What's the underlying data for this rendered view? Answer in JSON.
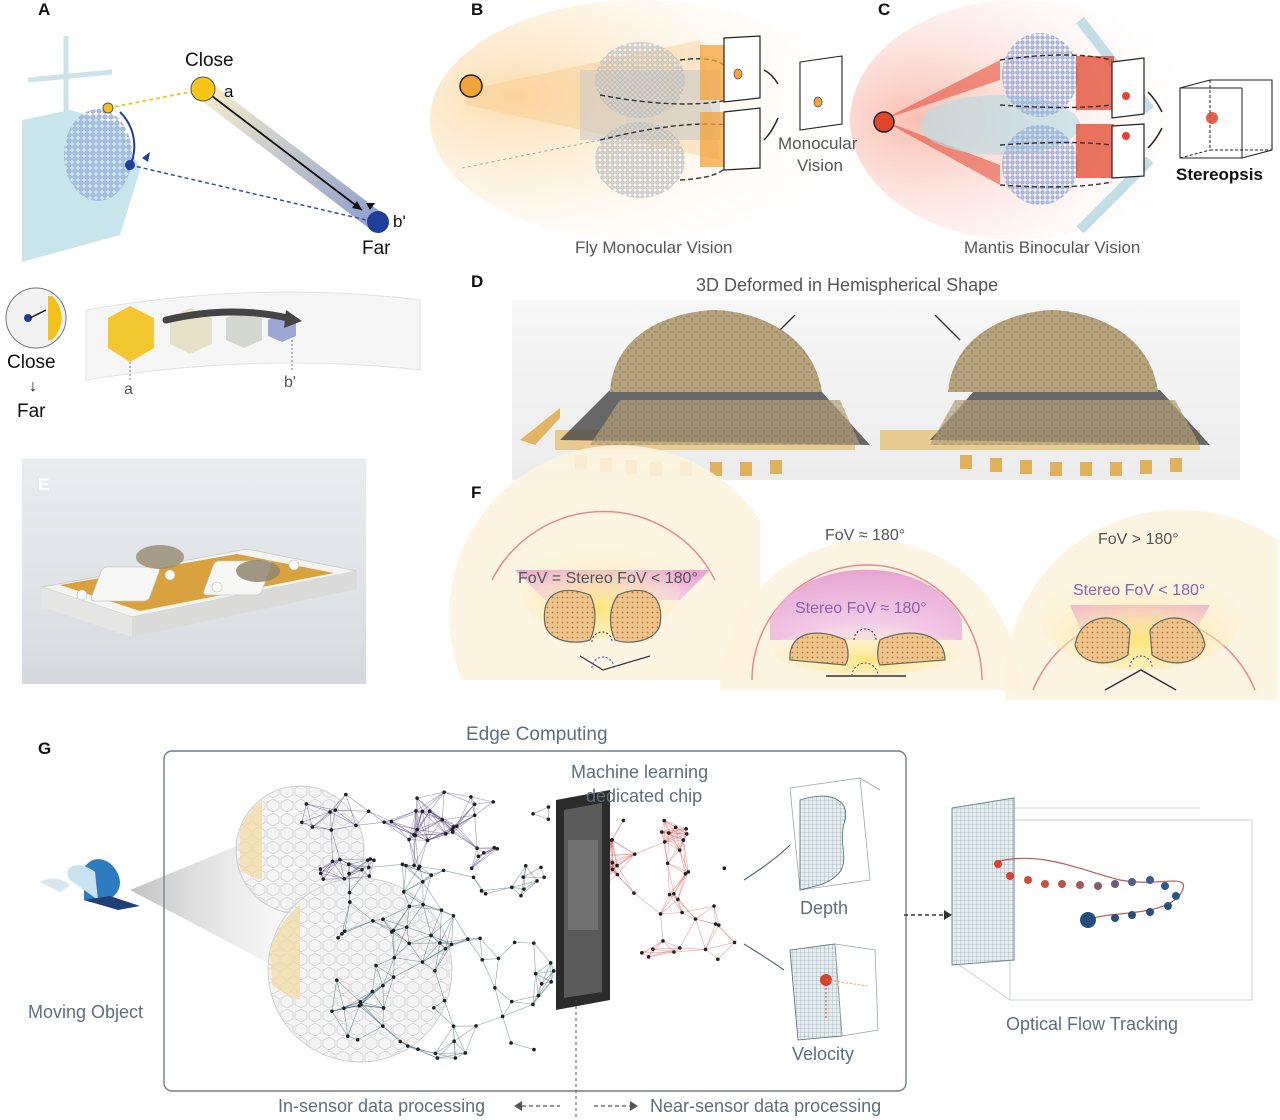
{
  "panels": {
    "A": {
      "letter": "A",
      "close": "Close",
      "far": "Far",
      "a": "a",
      "b_prime": "b'",
      "close_lower": "Close",
      "arrow_down": "↓",
      "far_lower": "Far",
      "a_lower": "a",
      "b_prime_lower": "b'"
    },
    "B": {
      "letter": "B",
      "monocular_vision": [
        "Monocular",
        "Vision"
      ],
      "caption": "Fly Monocular Vision"
    },
    "C": {
      "letter": "C",
      "stereopsis": "Stereopsis",
      "caption": "Mantis Binocular Vision"
    },
    "D": {
      "letter": "D",
      "title": "3D Deformed in Hemispherical Shape"
    },
    "E": {
      "letter": "E"
    },
    "F": {
      "letter": "F",
      "left": "FoV = Stereo FoV < 180°",
      "middle_top": "FoV ≈ 180°",
      "middle_inner": "Stereo FoV ≈ 180°",
      "right_top": "FoV > 180°",
      "right_inner": "Stereo FoV < 180°"
    },
    "G": {
      "letter": "G",
      "edge_computing": "Edge Computing",
      "ml_chip": [
        "Machine learning",
        "dedicated chip"
      ],
      "depth": "Depth",
      "velocity": "Velocity",
      "moving_object": "Moving Object",
      "optical_flow": "Optical Flow Tracking",
      "in_sensor": "In-sensor data processing",
      "near_sensor": "Near-sensor data processing"
    }
  },
  "colors": {
    "accent_yellow": "#f2c21b",
    "accent_blue": "#1f3f9a",
    "eye_blue": "#9fb4dd",
    "mantis_red": "#e2452e",
    "fly_orange": "#f2a33a",
    "stereo_pink": "#e59bd0",
    "chip_dark": "#2b2b2b",
    "network_purple": "#5b4b8a",
    "network_teal": "#3c6470",
    "network_red": "#e06060",
    "track_blue": "#244f7c",
    "track_red": "#d6432f"
  }
}
